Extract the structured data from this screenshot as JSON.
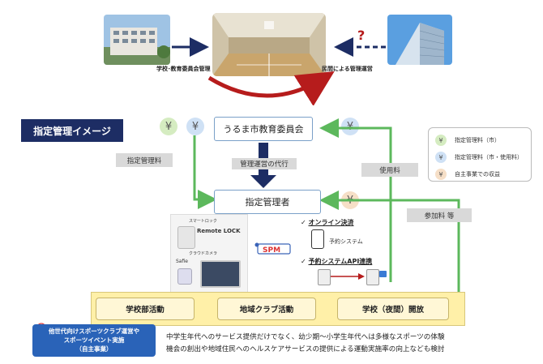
{
  "top": {
    "left_caption": "学校･教育委員会管理",
    "right_caption": "民間による管理運営",
    "question_mark": "?"
  },
  "title": "指定管理イメージ",
  "boxes": {
    "board": "うるま市教育委員会",
    "manager": "指定管理者",
    "delegation": "管理運営の代行"
  },
  "labels": {
    "management_fee": "指定管理料",
    "usage_fee": "使用料",
    "participation_fee": "参加料 等"
  },
  "yen_symbol": "¥",
  "legend": [
    {
      "label": "指定管理料（市）",
      "color": "#d5ecc1"
    },
    {
      "label": "指定管理料（市・使用料）",
      "color": "#cfe1f5"
    },
    {
      "label": "自主事業での収益",
      "color": "#f6dfc7"
    }
  ],
  "panel": {
    "smart_lock_label": "スマートロック",
    "remote_lock": "Remote LOCK",
    "cloud_camera_label": "クラウドカメラ",
    "camera_brand": "Safie"
  },
  "features": {
    "online_payment": "オンライン決済",
    "booking_system": "予約システム",
    "booking_api": "予約システムAPI連携"
  },
  "activities": [
    "学校部活動",
    "地域クラブ活動",
    "学校（夜間）開放"
  ],
  "self_business": {
    "line1": "他世代向けスポーツクラブ運営や",
    "line2": "スポーツイベント実施",
    "line3": "（自主事業）"
  },
  "description": {
    "line1": "中学生年代へのサービス提供だけでなく、幼少期～小学生年代へは多様なスポーツの体験",
    "line2": "機会の創出や地域住民へのヘルスケアサービスの提供による運動実施率の向上なども検討"
  },
  "colors": {
    "navy": "#1d2d64",
    "green": "#5cb85c",
    "red": "#b61c1c",
    "activity_bg": "#fff7d6"
  }
}
